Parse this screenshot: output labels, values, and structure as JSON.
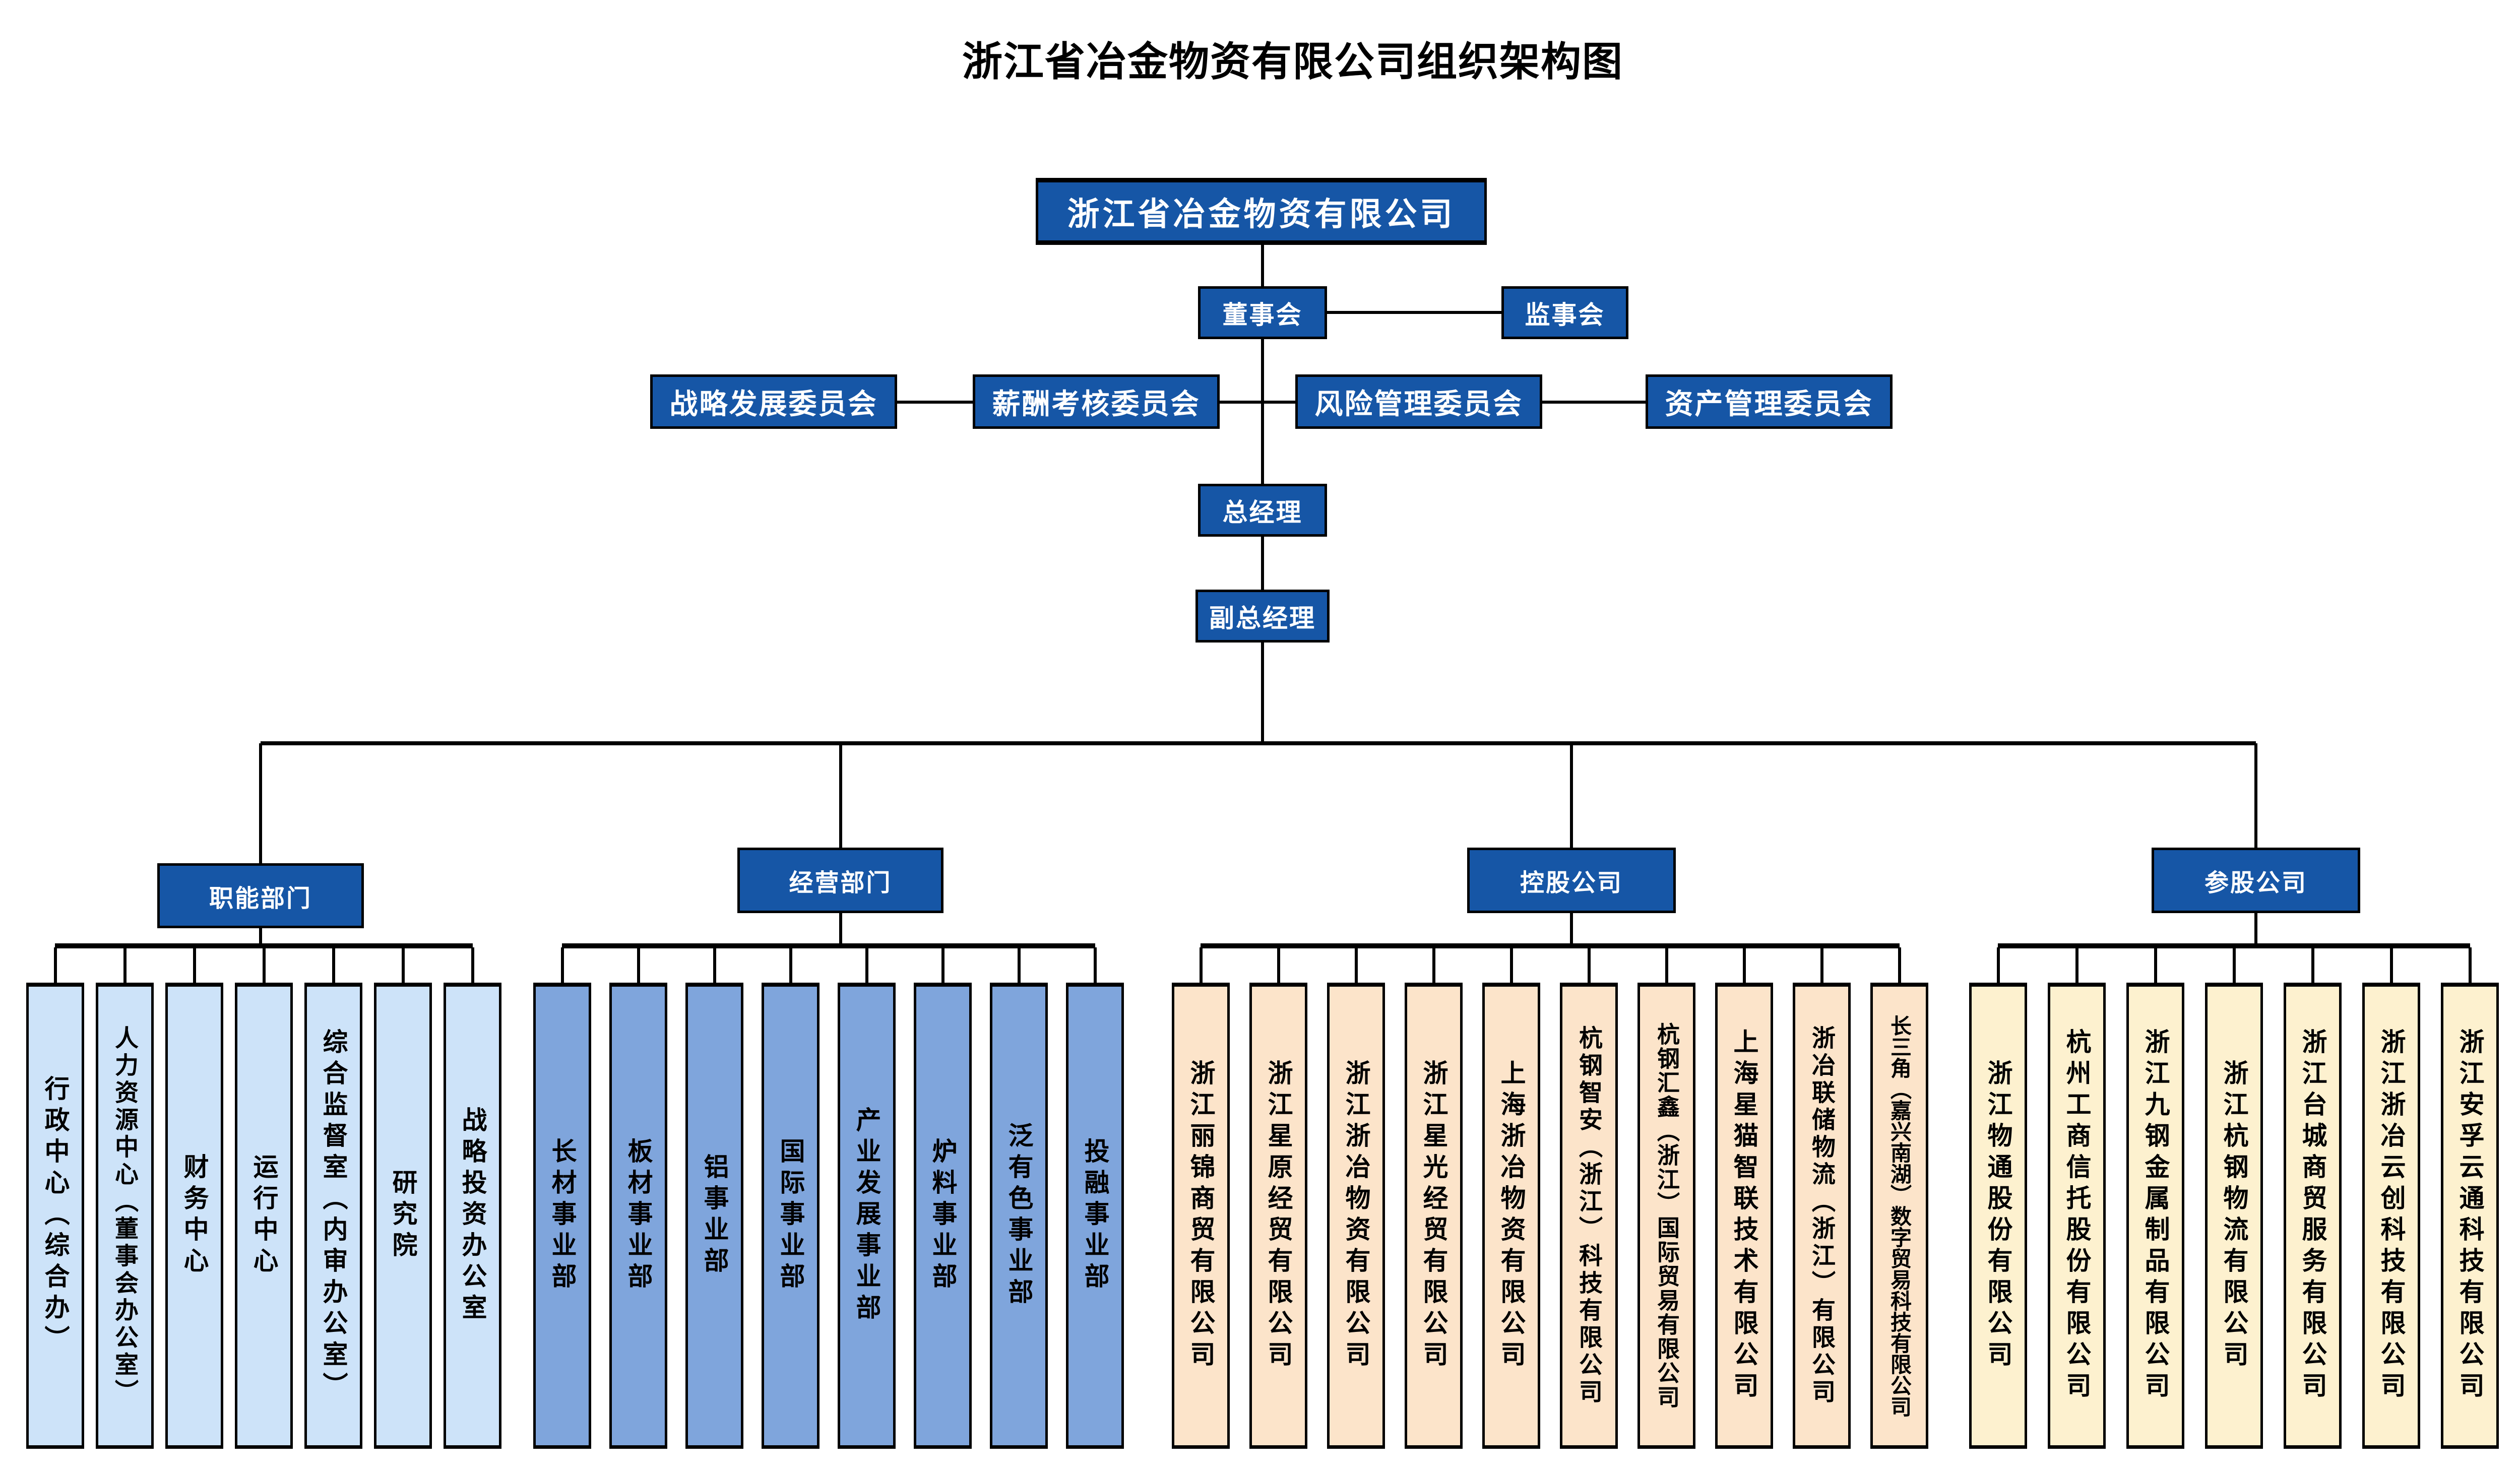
{
  "title": "浙江省冶金物资有限公司组织架构图",
  "root": {
    "label": "浙江省冶金物资有限公司"
  },
  "governance": {
    "board": "董事会",
    "supervisory": "监事会",
    "committees": [
      "战略发展委员会",
      "薪酬考核委员会",
      "风险管理委员会",
      "资产管理委员会"
    ],
    "general_manager": "总经理",
    "deputy_general_manager": "副总经理"
  },
  "branches": [
    {
      "label": "职能部门",
      "children": [
        "行政中心（综合办）",
        "人力资源中心（董事会办公室）",
        "财务中心",
        "运行中心",
        "综合监督室（内审办公室）",
        "研究院",
        "战略投资办公室"
      ]
    },
    {
      "label": "经营部门",
      "children": [
        "长材事业部",
        "板材事业部",
        "铝事业部",
        "国际事业部",
        "产业发展事业部",
        "炉料事业部",
        "泛有色事业部",
        "投融事业部"
      ]
    },
    {
      "label": "控股公司",
      "children": [
        "浙江丽锦商贸有限公司",
        "浙江星原经贸有限公司",
        "浙江浙冶物资有限公司",
        "浙江星光经贸有限公司",
        "上海浙冶物资有限公司",
        "杭钢智安（浙江）科技有限公司",
        "杭钢汇鑫（浙江）国际贸易有限公司",
        "上海星猫智联技术有限公司",
        "浙冶联储物流（浙江）有限公司",
        "长三角（嘉兴南湖）数字贸易科技有限公司"
      ]
    },
    {
      "label": "参股公司",
      "children": [
        "浙江物通股份有限公司",
        "杭州工商信托股份有限公司",
        "浙江九钢金属制品有限公司",
        "浙江杭钢物流有限公司",
        "浙江台城商贸服务有限公司",
        "浙江浙冶云创科技有限公司",
        "浙江安孚云通科技有限公司"
      ]
    }
  ],
  "colors": {
    "node_blue": "#1656A6",
    "functional_children": "#CDE3F9",
    "business_children": "#7FA5DC",
    "holding_children": "#FCE4CA",
    "participating_children": "#FDF1CF",
    "connector": "#000000",
    "node_text": "#ffffff"
  }
}
